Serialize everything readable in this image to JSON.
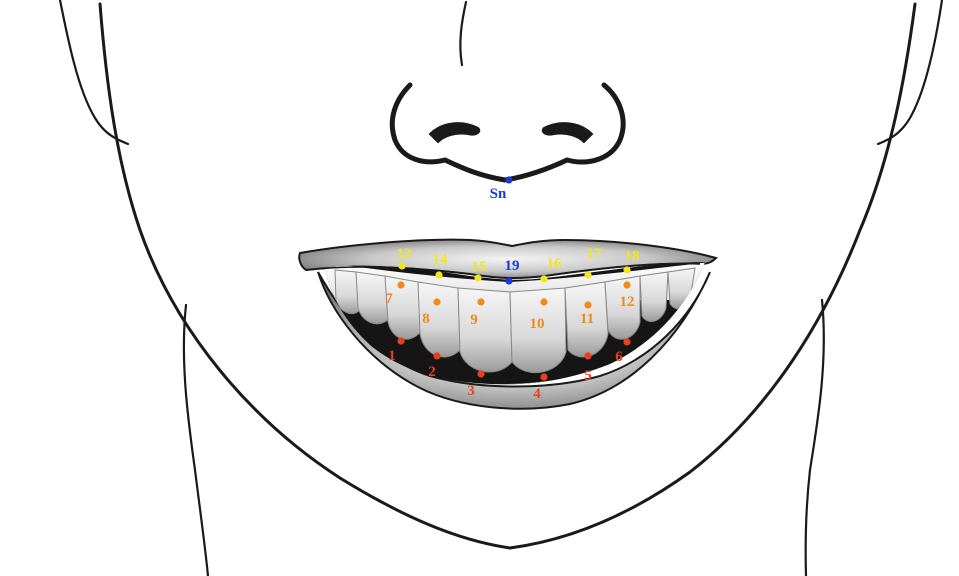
{
  "colors": {
    "red": "#e8401c",
    "orange": "#f08a1c",
    "yellow": "#f2e61c",
    "blue": "#1a3ad8",
    "outline": "#1a1a1a"
  },
  "landmarks": {
    "subnasale": {
      "label": "Sn",
      "color": "blue"
    },
    "points": [
      {
        "label": "1",
        "color": "red"
      },
      {
        "label": "2",
        "color": "red"
      },
      {
        "label": "3",
        "color": "red"
      },
      {
        "label": "4",
        "color": "red"
      },
      {
        "label": "5",
        "color": "red"
      },
      {
        "label": "6",
        "color": "red"
      },
      {
        "label": "7",
        "color": "orange"
      },
      {
        "label": "8",
        "color": "orange"
      },
      {
        "label": "9",
        "color": "orange"
      },
      {
        "label": "10",
        "color": "orange"
      },
      {
        "label": "11",
        "color": "orange"
      },
      {
        "label": "12",
        "color": "orange"
      },
      {
        "label": "13",
        "color": "yellow"
      },
      {
        "label": "14",
        "color": "yellow"
      },
      {
        "label": "15",
        "color": "yellow"
      },
      {
        "label": "16",
        "color": "yellow"
      },
      {
        "label": "17",
        "color": "yellow"
      },
      {
        "label": "18",
        "color": "yellow"
      },
      {
        "label": "19",
        "color": "blue"
      }
    ]
  }
}
